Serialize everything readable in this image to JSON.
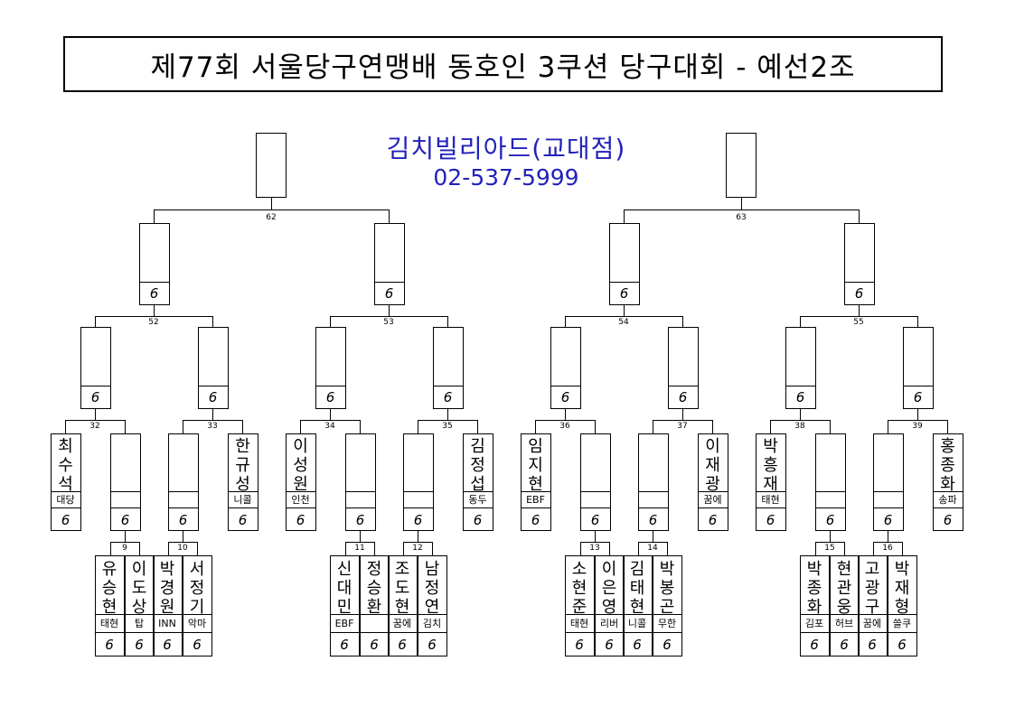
{
  "title": "제77회 서울당구연맹배 동호인 3쿠션 당구대회 - 예선2조",
  "sponsor": {
    "name": "김치빌리아드(교대점)",
    "phone": "02-537-5999"
  },
  "score_mark": "6",
  "top_matches": [
    "62",
    "63"
  ],
  "semi_matches": [
    "52",
    "53",
    "54",
    "55"
  ],
  "quarter_matches": [
    "32",
    "33",
    "34",
    "35",
    "36",
    "37",
    "38",
    "39"
  ],
  "seeds": [
    {
      "name": "최수석",
      "club": "대당"
    },
    {
      "name": "한규성",
      "club": "니콜"
    },
    {
      "name": "이성원",
      "club": "인천"
    },
    {
      "name": "김정섭",
      "club": "동두"
    },
    {
      "name": "임지현",
      "club": "EBF"
    },
    {
      "name": "이재광",
      "club": "꿈에"
    },
    {
      "name": "박흥재",
      "club": "태현"
    },
    {
      "name": "홍종화",
      "club": "송파"
    }
  ],
  "first_round": [
    {
      "match": "9",
      "players": [
        {
          "name": "유승현",
          "club": "태현"
        },
        {
          "name": "이도상",
          "club": "탑"
        }
      ]
    },
    {
      "match": "10",
      "players": [
        {
          "name": "박경원",
          "club": "INN"
        },
        {
          "name": "서정기",
          "club": "악마"
        }
      ]
    },
    {
      "match": "11",
      "players": [
        {
          "name": "신대민",
          "club": "EBF"
        },
        {
          "name": "정승환",
          "club": ""
        }
      ]
    },
    {
      "match": "12",
      "players": [
        {
          "name": "조도현",
          "club": "꿈에"
        },
        {
          "name": "남정연",
          "club": "김치"
        }
      ]
    },
    {
      "match": "13",
      "players": [
        {
          "name": "소현준",
          "club": "태현"
        },
        {
          "name": "이은영",
          "club": "리버"
        }
      ]
    },
    {
      "match": "14",
      "players": [
        {
          "name": "김태현",
          "club": "니콜"
        },
        {
          "name": "박봉곤",
          "club": "무한"
        }
      ]
    },
    {
      "match": "15",
      "players": [
        {
          "name": "박종화",
          "club": "김포"
        },
        {
          "name": "현관웅",
          "club": "허브"
        }
      ]
    },
    {
      "match": "16",
      "players": [
        {
          "name": "고광구",
          "club": "꿈에"
        },
        {
          "name": "박재형",
          "club": "쓸쿠"
        }
      ]
    }
  ]
}
